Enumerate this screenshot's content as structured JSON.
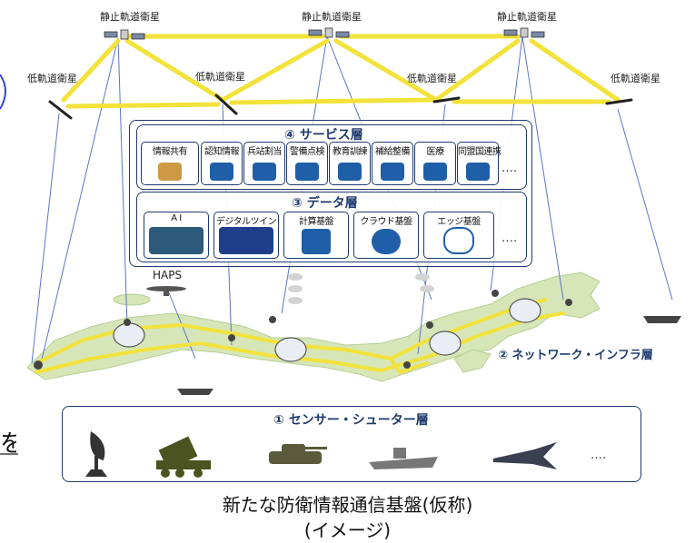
{
  "satellites": {
    "geo_label": "静止軌道衛星",
    "leo_label": "低軌道衛星"
  },
  "service_layer": {
    "title": "④ サービス層",
    "items": [
      "情報共有",
      "認知情報",
      "兵站割当",
      "警備点検",
      "教育訓練",
      "補給整備",
      "医療",
      "同盟国連携"
    ],
    "more": "…."
  },
  "data_layer": {
    "title": "③ データ層",
    "items": [
      "A I",
      "デジタルツイン",
      "計算基盤",
      "クラウド基盤",
      "エッジ基盤"
    ],
    "more": "…."
  },
  "haps_label": "HAPS",
  "network_layer_label": "② ネットワーク・インフラ層",
  "sensor_layer": {
    "title": "① センサー・シューター層",
    "more": "…."
  },
  "caption": {
    "line1": "新たな防衛情報通信基盤(仮称)",
    "line2": "(イメージ)"
  },
  "colors": {
    "link": "#f2e23a",
    "frame": "#1f3a6e",
    "land": "#d6e6b8",
    "accent_blue": "#1e5fa8"
  }
}
